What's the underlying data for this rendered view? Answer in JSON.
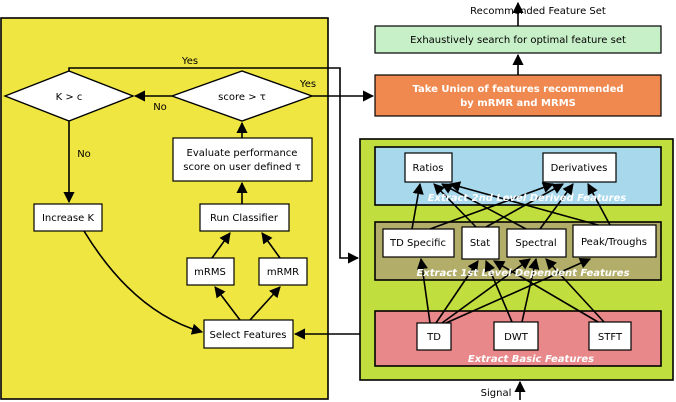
{
  "colors": {
    "yellow_panel": "#f0e642",
    "green_panel": "#c0de3e",
    "blue_layer": "#a8d8ec",
    "olive_layer": "#b2ae6a",
    "pink_layer": "#e8888a",
    "search_box": "#c8f0c8",
    "union_box": "#f0894f"
  },
  "top": {
    "recommended_label": "Recommended Feature Set",
    "search_box": "Exhaustively search for optimal feature set",
    "union_line1": "Take Union of features recommended",
    "union_line2": "by mRMR and MRMS"
  },
  "left": {
    "k_decision": "K > c",
    "score_decision": "score > τ",
    "evaluate_line1": "Evaluate performance",
    "evaluate_line2": "score on user defined τ",
    "run_classifier": "Run Classifier",
    "increase_k": "Increase K",
    "mrms": "mRMS",
    "mrmr": "mRMR",
    "select_features": "Select Features",
    "yes_top": "Yes",
    "yes_score": "Yes",
    "no_score": "No",
    "no_k": "No"
  },
  "right": {
    "layer2_label": "Extract 2nd Level Derived Features",
    "layer1_label": "Extract 1st Level Dependent Features",
    "basic_label": "Extract Basic Features",
    "ratios": "Ratios",
    "derivatives": "Derivatives",
    "td_specific": "TD Specific",
    "stat": "Stat",
    "spectral": "Spectral",
    "peak_troughs": "Peak/Troughs",
    "td": "TD",
    "dwt": "DWT",
    "stft": "STFT"
  },
  "signal_label": "Signal"
}
